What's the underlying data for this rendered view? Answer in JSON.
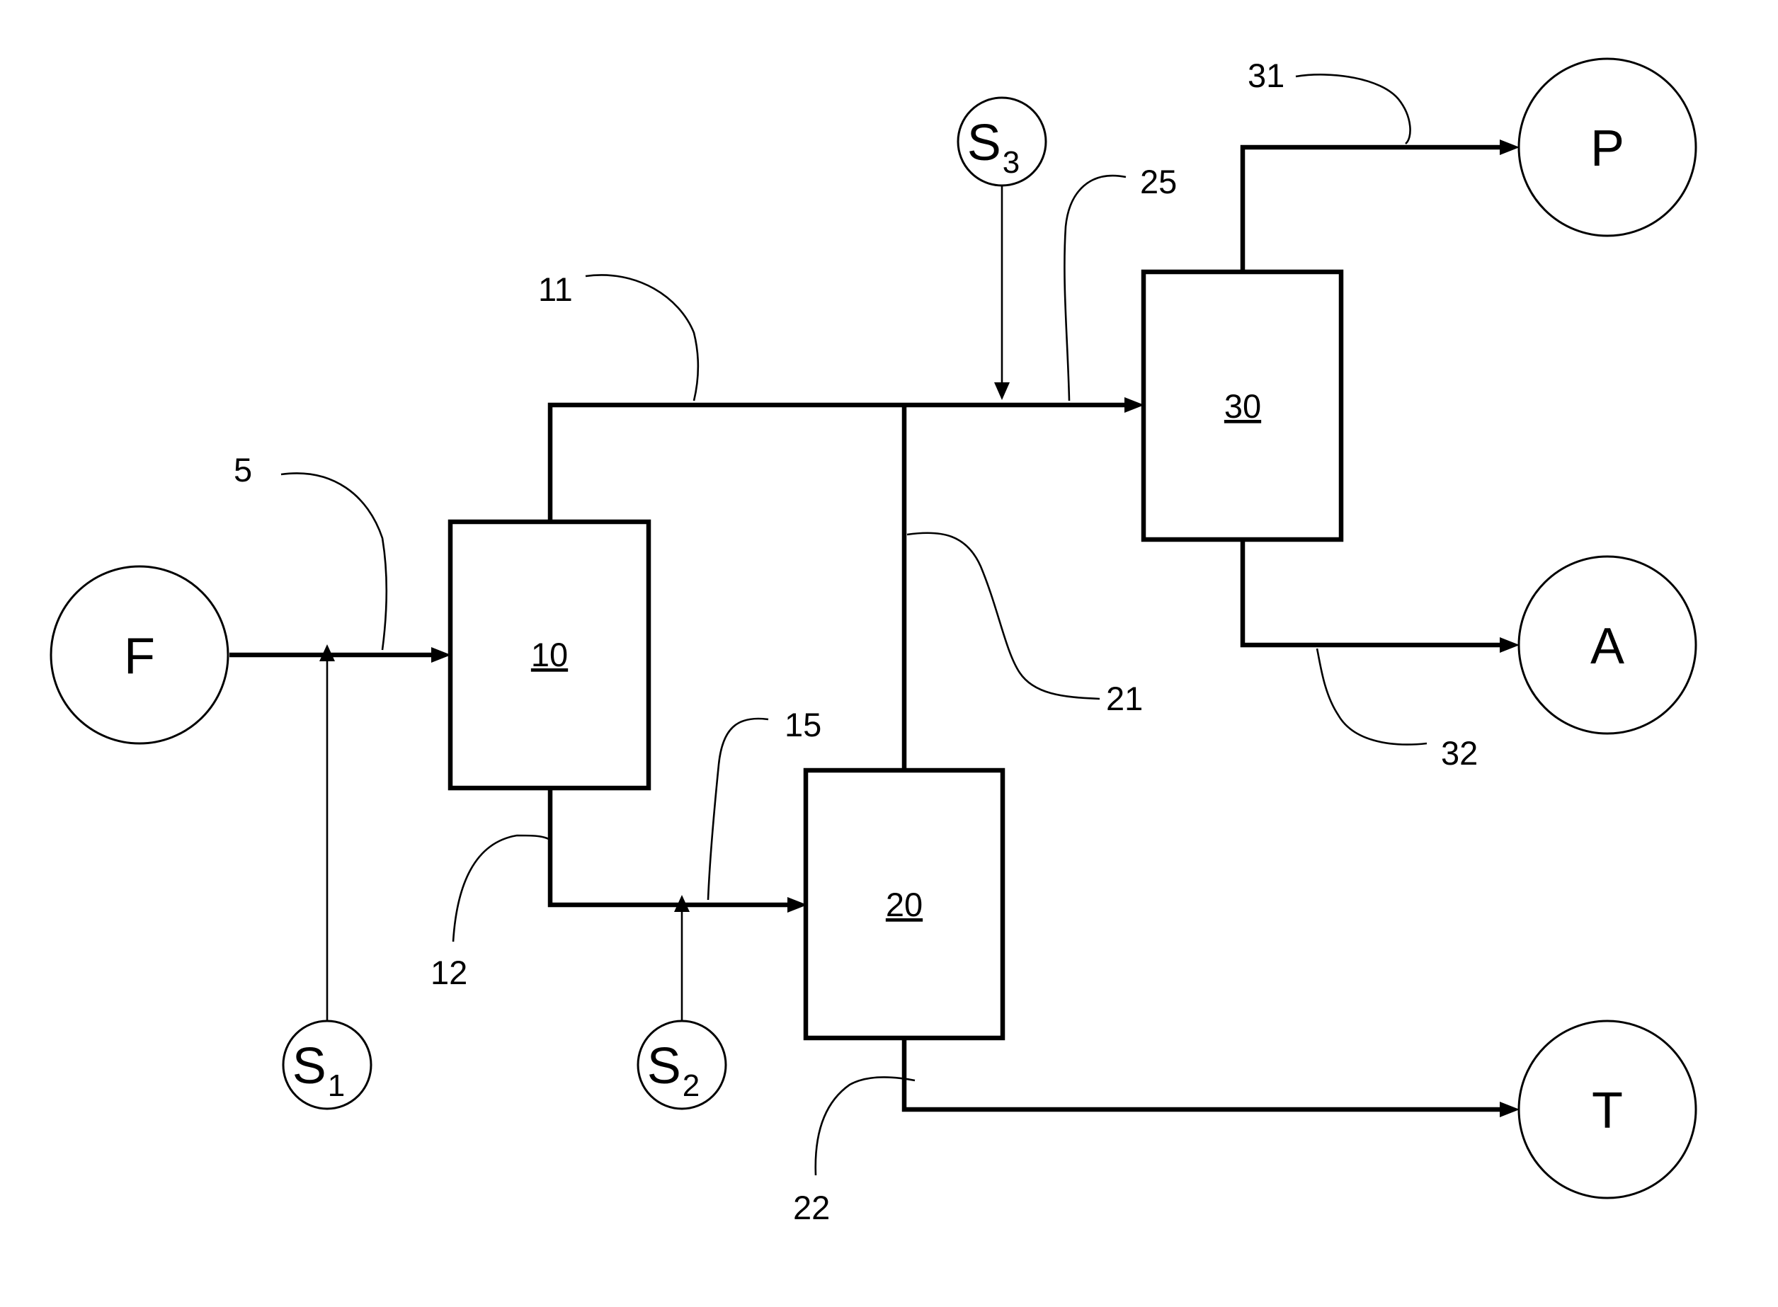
{
  "units": [
    {
      "id": "unit-10",
      "label": "10"
    },
    {
      "id": "unit-20",
      "label": "20"
    },
    {
      "id": "unit-30",
      "label": "30"
    }
  ],
  "terminals": {
    "feed": {
      "label": "F"
    },
    "product_p": {
      "label": "P"
    },
    "product_a": {
      "label": "A"
    },
    "product_t": {
      "label": "T"
    }
  },
  "solvents": {
    "s1": {
      "label": "S",
      "subscript": "1"
    },
    "s2": {
      "label": "S",
      "subscript": "2"
    },
    "s3": {
      "label": "S",
      "subscript": "3"
    }
  },
  "stream_refs": {
    "r5": "5",
    "r11": "11",
    "r12": "12",
    "r15": "15",
    "r21": "21",
    "r22": "22",
    "r25": "25",
    "r31": "31",
    "r32": "32"
  }
}
